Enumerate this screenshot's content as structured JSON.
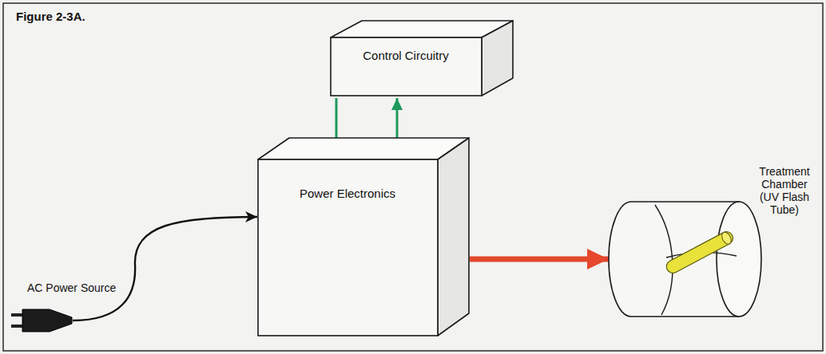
{
  "diagram": {
    "title": "Figure 2-3A.",
    "nodes": [
      {
        "text": [
          "Control Circuitry"
        ]
      },
      {
        "text": [
          "Power Electronics"
        ]
      },
      {
        "text": [
          "AC Power Source"
        ]
      },
      {
        "text": [
          "Treatment Chamber (UV Flash Tube)"
        ]
      }
    ],
    "edges": [
      {
        "from": 0,
        "to": 1,
        "arrow": "to"
      },
      {
        "from": 1,
        "to": 0,
        "arrow": "to"
      },
      {
        "from": 1,
        "to": 3,
        "arrow": "to"
      },
      {
        "from": 2,
        "to": 1,
        "arrow": "to"
      }
    ]
  }
}
